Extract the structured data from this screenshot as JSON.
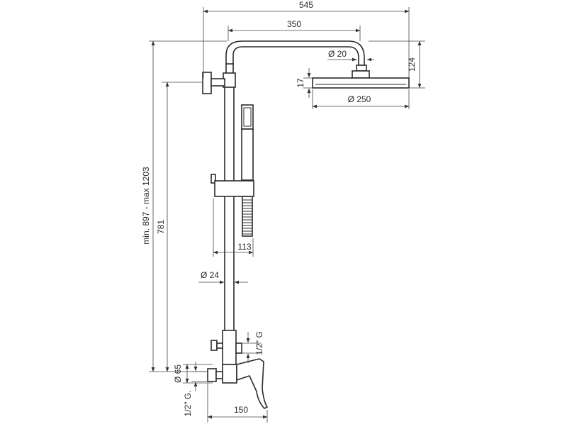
{
  "dimensions": {
    "overall_width": "545",
    "arm_length": "350",
    "arm_diameter": "Ø 20",
    "head_height": "124",
    "head_thickness": "17",
    "head_diameter": "Ø 250",
    "height_range": "min. 897 - max 1203",
    "height_781": "781",
    "hand_shower_offset": "113",
    "rail_diameter": "Ø 24",
    "outlet_thread": "1/2\" G",
    "mixer_diameter": "Ø 65",
    "inlet_thread": "1/2\" G.",
    "mixer_depth": "150"
  }
}
